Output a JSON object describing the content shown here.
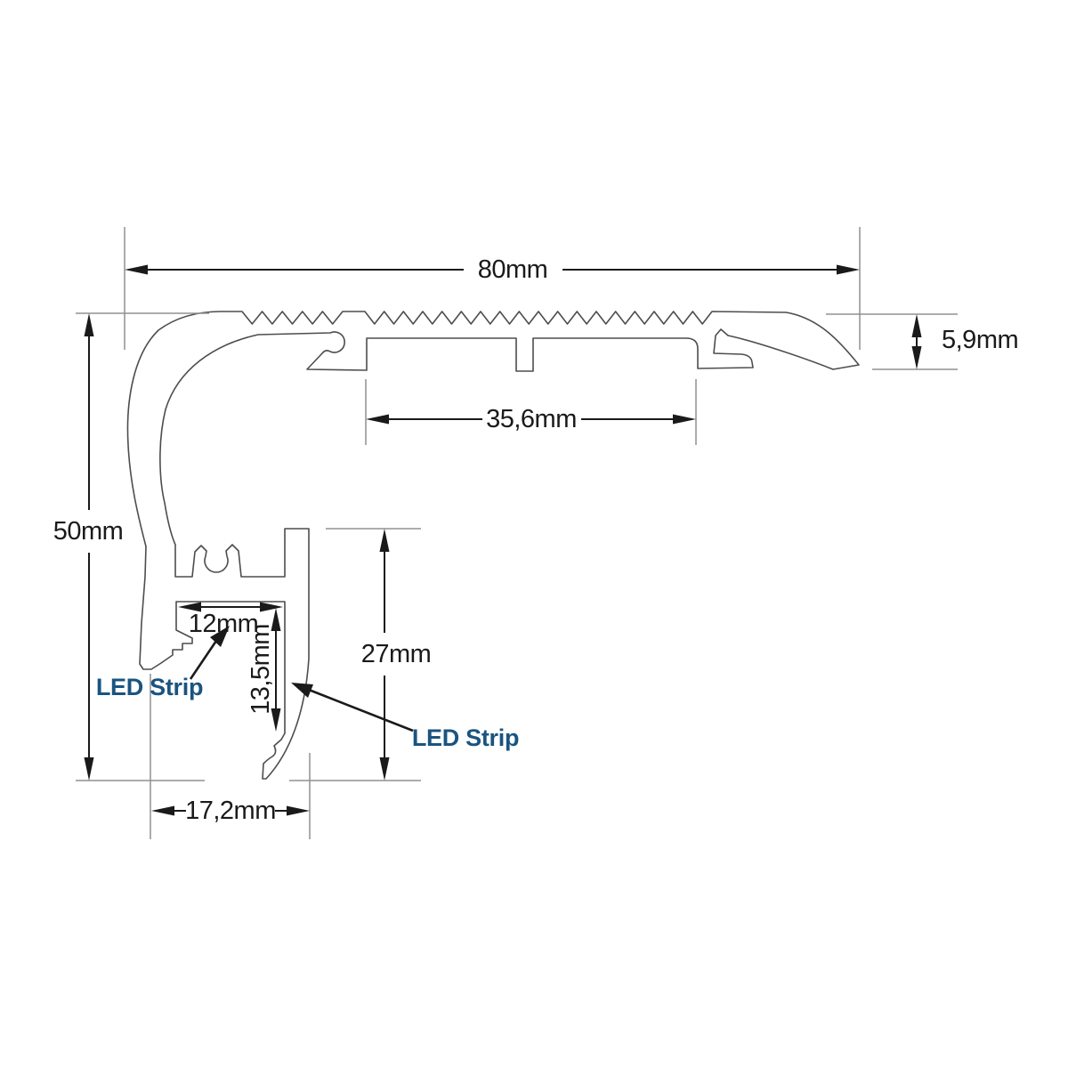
{
  "drawing": {
    "type": "cross-section technical drawing of LED stair-nosing aluminium profile",
    "dimensions": {
      "top_width": "80mm",
      "right_thickness": "5,9mm",
      "under_channel_width": "35,6mm",
      "left_height": "50mm",
      "led_channel_width": "12mm",
      "front_drop": "27mm",
      "led_channel_depth": "13,5mm",
      "bottom_width": "17,2mm"
    },
    "labels": {
      "led_strip_1": "LED Strip",
      "led_strip_2": "LED Strip"
    },
    "colors": {
      "background": "#ffffff",
      "profile_line": "#4d4d4d",
      "dimension_line": "#1a1a1a",
      "reference_line": "#909090",
      "led_label": "#1a5480"
    }
  }
}
